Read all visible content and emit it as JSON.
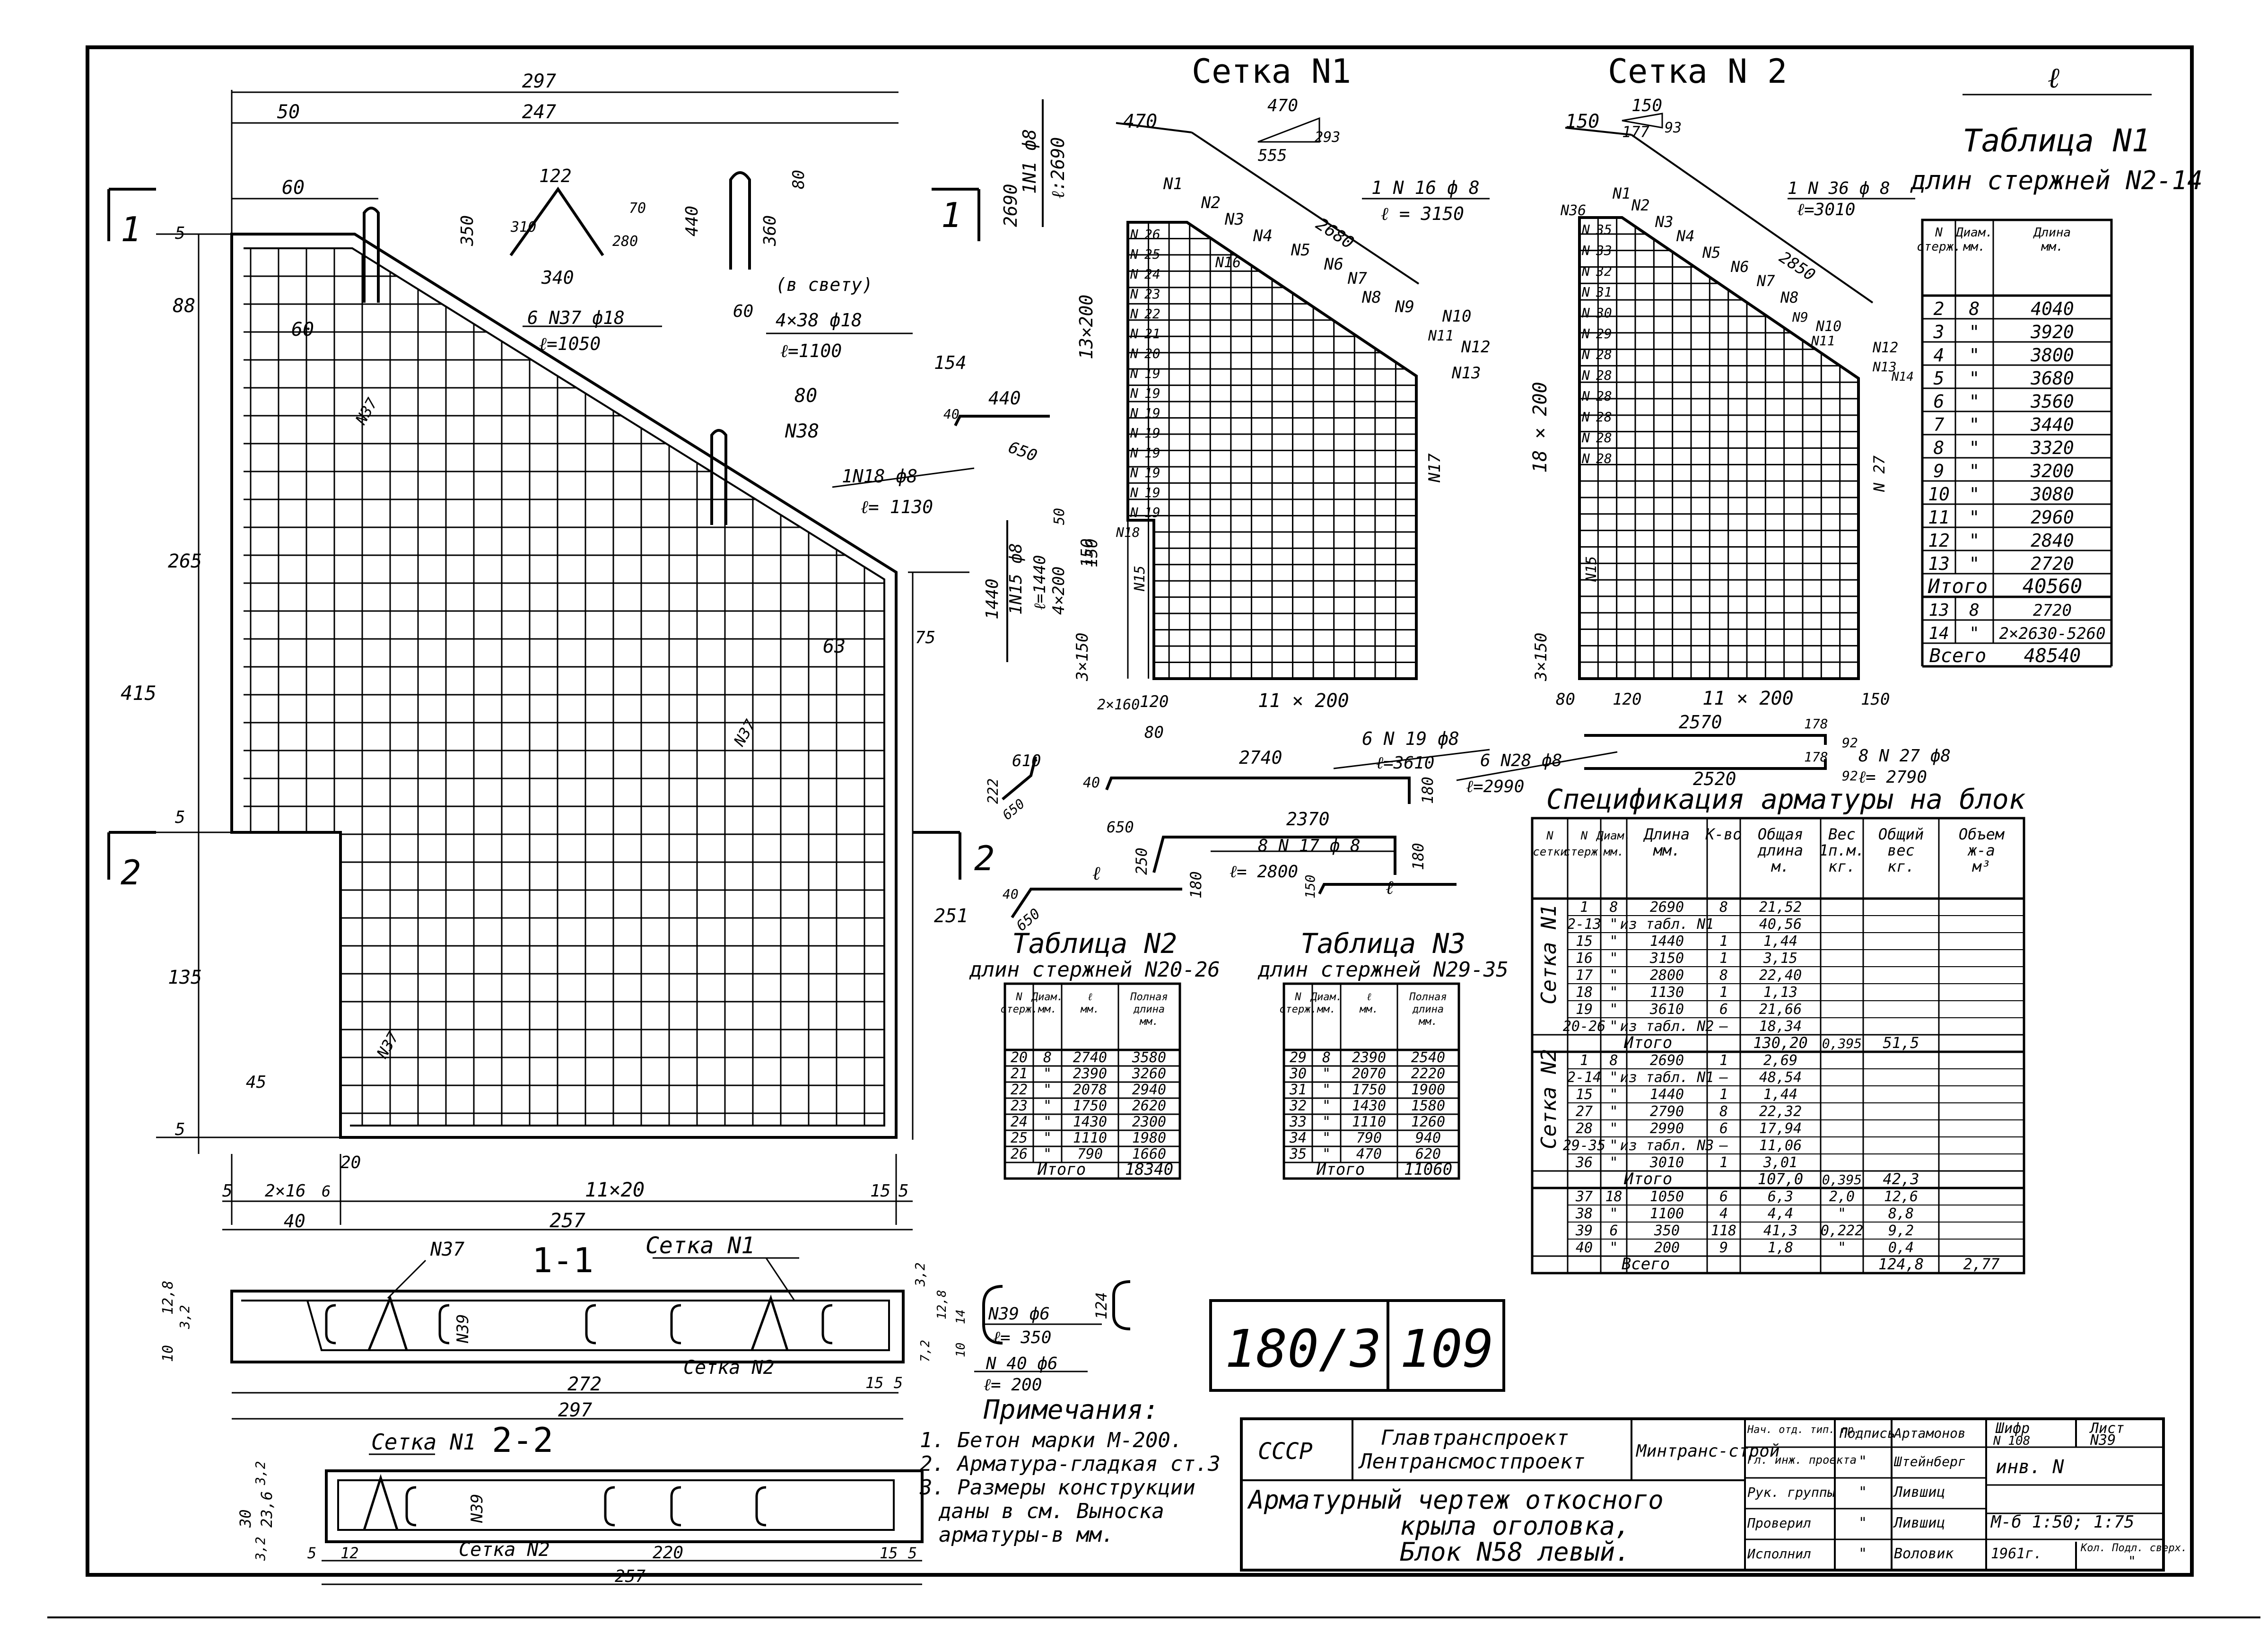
{
  "main_plan": {
    "dims_top": [
      "297",
      "247",
      "50",
      "60",
      "60"
    ],
    "dims_left": [
      "5",
      "88",
      "265",
      "415",
      "5",
      "135",
      "45",
      "5"
    ],
    "dims_bottom": [
      "5",
      "2×16",
      "6",
      "20",
      "11×20",
      "40",
      "257",
      "15",
      "5"
    ],
    "dims_right": [
      "154",
      "75",
      "251"
    ],
    "inner_dims": [
      "63",
      "80"
    ],
    "bar_marks": [
      "N37",
      "N37",
      "N37",
      "N38"
    ],
    "section_marks": [
      "1",
      "1",
      "2",
      "2"
    ]
  },
  "bar_details": {
    "n37": {
      "dims": [
        "122",
        "350",
        "310",
        "340",
        "70",
        "280"
      ],
      "label": "6 N37 ф18",
      "length": "ℓ=1050"
    },
    "n38": {
      "dims": [
        "440",
        "360",
        "80",
        "60"
      ],
      "note": "(в свету)",
      "label": "4×38 ф18",
      "length": "ℓ=1100"
    },
    "n18": {
      "dims": [
        "440",
        "40",
        "650"
      ],
      "label": "1N18 ф8",
      "length": "ℓ= 1130"
    },
    "n15": {
      "label": "1N15 ф8",
      "length": "ℓ=1440",
      "dims": [
        "1440",
        "4×200",
        "150",
        "50"
      ]
    },
    "n1": {
      "label": "1N1 ф8",
      "length": "ℓ:2690",
      "dim": "2690"
    },
    "n19": {
      "label": "6 N 19 ф8",
      "length": "ℓ=3610",
      "dims": [
        "610",
        "222",
        "650",
        "40",
        "2740",
        "180"
      ]
    },
    "n17": {
      "label": "8 N 17 ф 8",
      "length": "ℓ= 2800",
      "dims": [
        "2370",
        "650",
        "250",
        "180",
        "180"
      ]
    },
    "n28": {
      "label": "6 N28 ф8",
      "length": "ℓ=2990",
      "dims": [
        "2570",
        "92",
        "178"
      ]
    },
    "n27": {
      "label": "8 N 27 ф8",
      "length": "ℓ= 2790",
      "dims": [
        "2520",
        "178",
        "92"
      ]
    },
    "generic": {
      "dims": [
        "40",
        "650",
        "ℓ",
        "150",
        "ℓ"
      ]
    }
  },
  "setka1": {
    "title": "Сетка N1",
    "slope": [
      "470",
      "555",
      "293"
    ],
    "dims": [
      "470",
      "2680",
      "13×200",
      "150",
      "3×150",
      "2×160",
      "120",
      "11 × 200",
      "80"
    ],
    "bar_label": "1 N 16 ф 8",
    "bar_length": "ℓ = 3150",
    "marks": [
      "N1",
      "N2",
      "N3",
      "N4",
      "N16",
      "N5",
      "N6",
      "N7",
      "N8",
      "N9",
      "N10",
      "N11",
      "N12",
      "N13",
      "N17",
      "N18",
      "N15"
    ],
    "row_marks": [
      "N",
      "N",
      "N",
      "N",
      "N",
      "N",
      "N",
      "N",
      "N",
      "N",
      "N",
      "N",
      "N",
      "N",
      "N"
    ],
    "row_nums": [
      "26",
      "25",
      "24",
      "23",
      "22",
      "21",
      "20",
      "19",
      "19",
      "19",
      "19",
      "19",
      "19",
      "19",
      "19"
    ]
  },
  "setka2": {
    "title": "Сетка N 2",
    "slope": [
      "150",
      "177",
      "93"
    ],
    "dims": [
      "150",
      "2850",
      "18 × 200",
      "3×150",
      "80",
      "120",
      "11 × 200",
      "150"
    ],
    "bar_label": "1 N 36 ф 8",
    "bar_length": "ℓ=3010",
    "marks": [
      "N36",
      "N1",
      "N2",
      "N3",
      "N4",
      "N5",
      "N6",
      "N7",
      "N8",
      "N9",
      "N10",
      "N11",
      "N12",
      "N13",
      "N14",
      "N 27",
      "N15"
    ],
    "row_marks": [
      "N",
      "N",
      "N",
      "N",
      "N",
      "N",
      "N",
      "N",
      "N",
      "N",
      "N",
      "N"
    ],
    "row_nums": [
      "35",
      "33",
      "32",
      "31",
      "30",
      "29",
      "28",
      "28",
      "28",
      "28",
      "28",
      "28"
    ]
  },
  "table1": {
    "title": "Таблица N1",
    "subtitle": "длин стержней N2-14",
    "corner": "ℓ",
    "headers": [
      "N стерж.",
      "Диам. мм.",
      "Длина мм."
    ],
    "rows": [
      [
        "2",
        "8",
        "4040"
      ],
      [
        "3",
        "\"",
        "3920"
      ],
      [
        "4",
        "\"",
        "3800"
      ],
      [
        "5",
        "\"",
        "3680"
      ],
      [
        "6",
        "\"",
        "3560"
      ],
      [
        "7",
        "\"",
        "3440"
      ],
      [
        "8",
        "\"",
        "3320"
      ],
      [
        "9",
        "\"",
        "3200"
      ],
      [
        "10",
        "\"",
        "3080"
      ],
      [
        "11",
        "\"",
        "2960"
      ],
      [
        "12",
        "\"",
        "2840"
      ],
      [
        "13",
        "\"",
        "2720"
      ]
    ],
    "total_label": "Итого",
    "total": "40560",
    "extra_rows": [
      [
        "13",
        "8",
        "2720"
      ],
      [
        "14",
        "\"",
        "2×2630-5260"
      ]
    ],
    "grand_label": "Всего",
    "grand": "48540"
  },
  "table2": {
    "title": "Таблица N2",
    "subtitle": "длин стержней N20-26",
    "headers": [
      "N стерж.",
      "Диам. мм.",
      "ℓ мм.",
      "Полная длина мм."
    ],
    "rows": [
      [
        "20",
        "8",
        "2740",
        "3580"
      ],
      [
        "21",
        "\"",
        "2390",
        "3260"
      ],
      [
        "22",
        "\"",
        "2078",
        "2940"
      ],
      [
        "23",
        "\"",
        "1750",
        "2620"
      ],
      [
        "24",
        "\"",
        "1430",
        "2300"
      ],
      [
        "25",
        "\"",
        "1110",
        "1980"
      ],
      [
        "26",
        "\"",
        "790",
        "1660"
      ]
    ],
    "total_label": "Итого",
    "total": "18340"
  },
  "table3": {
    "title": "Таблица N3",
    "subtitle": "длин стержней N29-35",
    "headers": [
      "N стерж.",
      "Диам. мм.",
      "ℓ мм.",
      "Полная длина мм."
    ],
    "rows": [
      [
        "29",
        "8",
        "2390",
        "2540"
      ],
      [
        "30",
        "\"",
        "2070",
        "2220"
      ],
      [
        "31",
        "\"",
        "1750",
        "1900"
      ],
      [
        "32",
        "\"",
        "1430",
        "1580"
      ],
      [
        "33",
        "\"",
        "1110",
        "1260"
      ],
      [
        "34",
        "\"",
        "790",
        "940"
      ],
      [
        "35",
        "\"",
        "470",
        "620"
      ]
    ],
    "total_label": "Итого",
    "total": "11060"
  },
  "spec": {
    "title": "Спецификация арматуры на блок",
    "headers": [
      "N сетки",
      "N стерж.",
      "Диам. мм.",
      "Длина мм.",
      "К-во",
      "Общая длина м.",
      "Вес 1п.м. кг.",
      "Общий вес кг.",
      "Объем ж-а м³"
    ],
    "group1_label": "Сетка N1",
    "group1": [
      [
        "1",
        "8",
        "2690",
        "8",
        "21,52"
      ],
      [
        "2-13",
        "\"",
        "из табл. N1",
        "",
        "40,56"
      ],
      [
        "15",
        "\"",
        "1440",
        "1",
        "1,44"
      ],
      [
        "16",
        "\"",
        "3150",
        "1",
        "3,15"
      ],
      [
        "17",
        "\"",
        "2800",
        "8",
        "22,40"
      ],
      [
        "18",
        "\"",
        "1130",
        "1",
        "1,13"
      ],
      [
        "19",
        "\"",
        "3610",
        "6",
        "21,66"
      ],
      [
        "20-26",
        "\"",
        "из табл. N2",
        "—",
        "18,34"
      ]
    ],
    "group1_total": [
      "Итого",
      "130,20",
      "0,395",
      "51,5"
    ],
    "group2_label": "Сетка N2",
    "group2": [
      [
        "1",
        "8",
        "2690",
        "1",
        "2,69"
      ],
      [
        "2-14",
        "\"",
        "из табл. N1",
        "—",
        "48,54"
      ],
      [
        "15",
        "\"",
        "1440",
        "1",
        "1,44"
      ],
      [
        "27",
        "\"",
        "2790",
        "8",
        "22,32"
      ],
      [
        "28",
        "\"",
        "2990",
        "6",
        "17,94"
      ],
      [
        "29-35",
        "\"",
        "из табл. N3",
        "—",
        "11,06"
      ],
      [
        "36",
        "\"",
        "3010",
        "1",
        "3,01"
      ]
    ],
    "group2_total": [
      "Итого",
      "107,0",
      "0,395",
      "42,3"
    ],
    "loose": [
      [
        "37",
        "18",
        "1050",
        "6",
        "6,3",
        "2,0",
        "12,6"
      ],
      [
        "38",
        "\"",
        "1100",
        "4",
        "4,4",
        "\"",
        "8,8"
      ],
      [
        "39",
        "6",
        "350",
        "118",
        "41,3",
        "0,222",
        "9,2"
      ],
      [
        "40",
        "\"",
        "200",
        "9",
        "1,8",
        "\"",
        "0,4"
      ]
    ],
    "grand": [
      "Всего",
      "124,8",
      "2,77"
    ]
  },
  "section11": {
    "title": "1-1",
    "label_n37": "N37",
    "label_setka1": "Сетка N1",
    "label_setka2": "Сетка N2",
    "label_n39": "N39",
    "dims": [
      "12,8",
      "10",
      "3,2",
      "272",
      "297",
      "15",
      "5",
      "7,2",
      "3,2",
      "12,8",
      "14",
      "10"
    ],
    "n39": {
      "label": "N39 ф6",
      "length": "ℓ= 350",
      "dim": "124"
    },
    "n40": {
      "label": "N 40 ф6",
      "length": "ℓ= 200"
    }
  },
  "section22": {
    "title": "2-2",
    "label_setka1": "Сетка N1",
    "label_setka2": "Сетка N2",
    "label_n39": "N39",
    "dims": [
      "3,2",
      "30",
      "23,6",
      "3,2",
      "5",
      "12",
      "220",
      "15",
      "5",
      "257"
    ]
  },
  "stamp_box": {
    "series": "180/3",
    "sheet": "109"
  },
  "notes": {
    "title": "Примечания:",
    "items": [
      "1. Бетон марки М-200.",
      "2. Арматура-гладкая ст.3",
      "3. Размеры конструкции",
      "даны в см. Выноска",
      "арматуры-в мм."
    ]
  },
  "title_block": {
    "ussr": "СССР",
    "org1": "Главтранспроект",
    "org2": "Лентрансмостпроект",
    "ministry": "Минтранс-строй",
    "title_lines": [
      "Арматурный чертеж откосного",
      "крыла оголовка,",
      "Блок N58 левый."
    ],
    "roles": [
      "Нач. отд. тип. пр.",
      "Гл. инж. проекта",
      "Рук. группы",
      "Проверил",
      "Исполнил"
    ],
    "sign_header": "Подпись",
    "signs": [
      "\"",
      "\"",
      "\"",
      "\""
    ],
    "names": [
      "Артамонов",
      "Штейнберг",
      "Лившиц",
      "Лившиц",
      "Воловик"
    ],
    "shifr_label": "Шифр",
    "shifr": "N 108",
    "list_label": "Лист",
    "list": "N39",
    "inv": "инв. N",
    "scale": "М-б 1:50; 1:75",
    "year": "1961г.",
    "kol_label": "Кол. Подл. сверх.",
    "kol": "\""
  }
}
